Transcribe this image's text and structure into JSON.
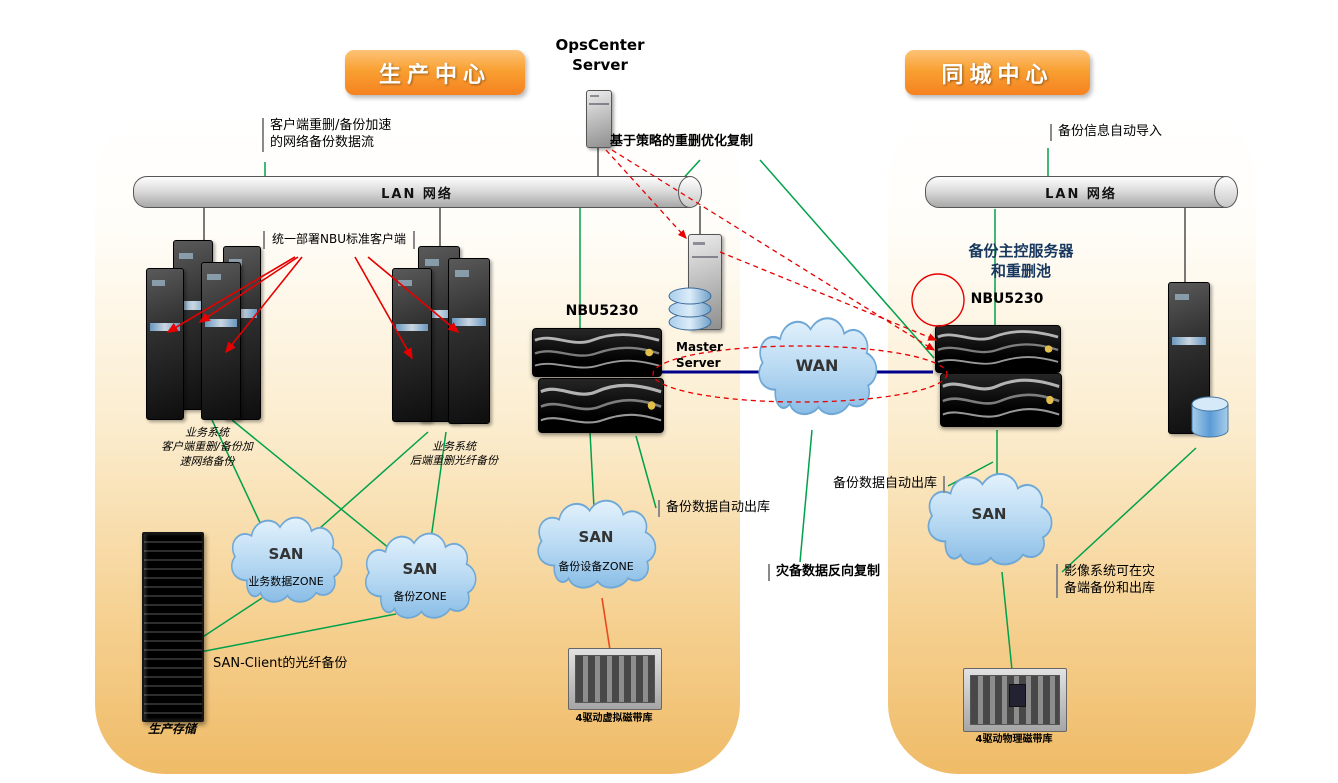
{
  "banners": {
    "production": "生产中心",
    "city": "同城中心"
  },
  "opscenter_label": "OpsCenter\nServer",
  "lan": {
    "left": "LAN 网络",
    "right": "LAN 网络"
  },
  "annotations": {
    "client_dedup_flow": "客户端重删/备份加速\n的网络备份数据流",
    "nbu_client_deploy": "统一部署NBU标准客户端",
    "policy_dedup_copy": "基于策略的重删优化复制",
    "auto_export_left": "备份数据自动出库",
    "reverse_copy": "灾备数据反向复制",
    "san_client_fiber": "SAN-Client的光纤备份",
    "auto_import_right": "备份信息自动导入",
    "auto_export_right": "备份数据自动出库",
    "image_system": "影像系统可在灾\n备端备份和出库"
  },
  "nodes": {
    "group1_label": "业务系统\n客户端重删/备份加\n速网络备份",
    "group2_label": "业务系统\n后端重删光纤备份",
    "master_server": "Master\nServer",
    "nbu_left": "NBU5230",
    "nbu_right": "NBU5230",
    "backup_master_title": "备份主控服务器\n和重删池",
    "production_storage": "生产存储",
    "tape_left": "4驱动虚拟磁带库",
    "tape_right": "4驱动物理磁带库"
  },
  "clouds": {
    "wan": "WAN",
    "san1": "SAN",
    "san1_sub": "业务数据ZONE",
    "san2": "SAN",
    "san2_sub": "备份ZONE",
    "san3": "SAN",
    "san3_sub": "备份设备ZONE",
    "san_right": "SAN"
  },
  "colors": {
    "accent_orange": "#F7941D",
    "line_green": "#00A14B",
    "line_red": "#E60000",
    "line_blue": "#00008B",
    "cloud_blue": "#9CC7E8"
  }
}
